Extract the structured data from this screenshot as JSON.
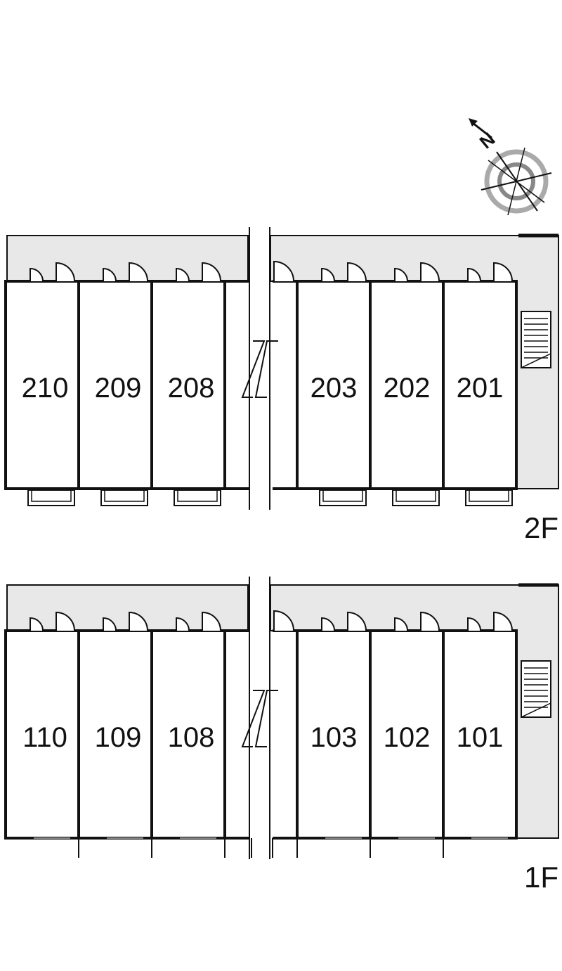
{
  "compass": {
    "north_label": "N",
    "icon": "compass-icon"
  },
  "floors": [
    {
      "label": "2F",
      "left_units": [
        "210",
        "209",
        "208"
      ],
      "right_units": [
        "203",
        "202",
        "201"
      ]
    },
    {
      "label": "1F",
      "left_units": [
        "110",
        "109",
        "108"
      ],
      "right_units": [
        "103",
        "102",
        "101"
      ]
    }
  ],
  "colors": {
    "walkway": "#e8e8e8",
    "wall": "#111111"
  }
}
